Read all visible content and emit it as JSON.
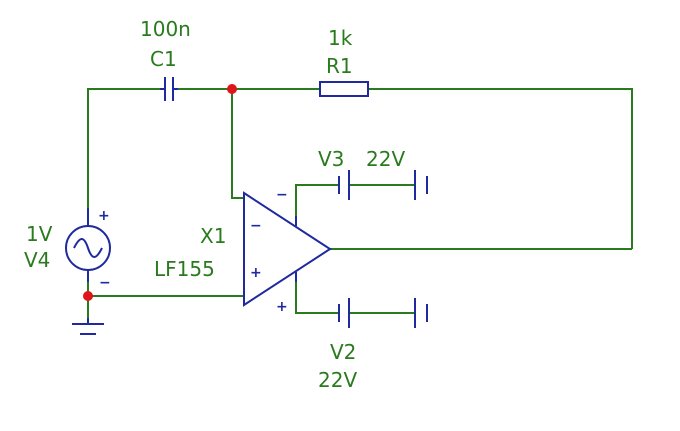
{
  "colors": {
    "wire": "#2a7a1e",
    "component": "#1f2a9e",
    "node": "#e0151b",
    "label": "#2a7a1e",
    "background": "#ffffff"
  },
  "components": {
    "c1": {
      "value": "100n",
      "ref": "C1"
    },
    "r1": {
      "value": "1k",
      "ref": "R1"
    },
    "v3": {
      "ref": "V3",
      "value": "22V"
    },
    "v2": {
      "ref": "V2",
      "value": "22V"
    },
    "v4": {
      "value": "1V",
      "ref": "V4",
      "plus": "+",
      "minus": "−"
    },
    "x1": {
      "ref": "X1",
      "model": "LF155",
      "inv": "−",
      "noninv": "+",
      "vneg": "−",
      "vpos": "+"
    }
  }
}
